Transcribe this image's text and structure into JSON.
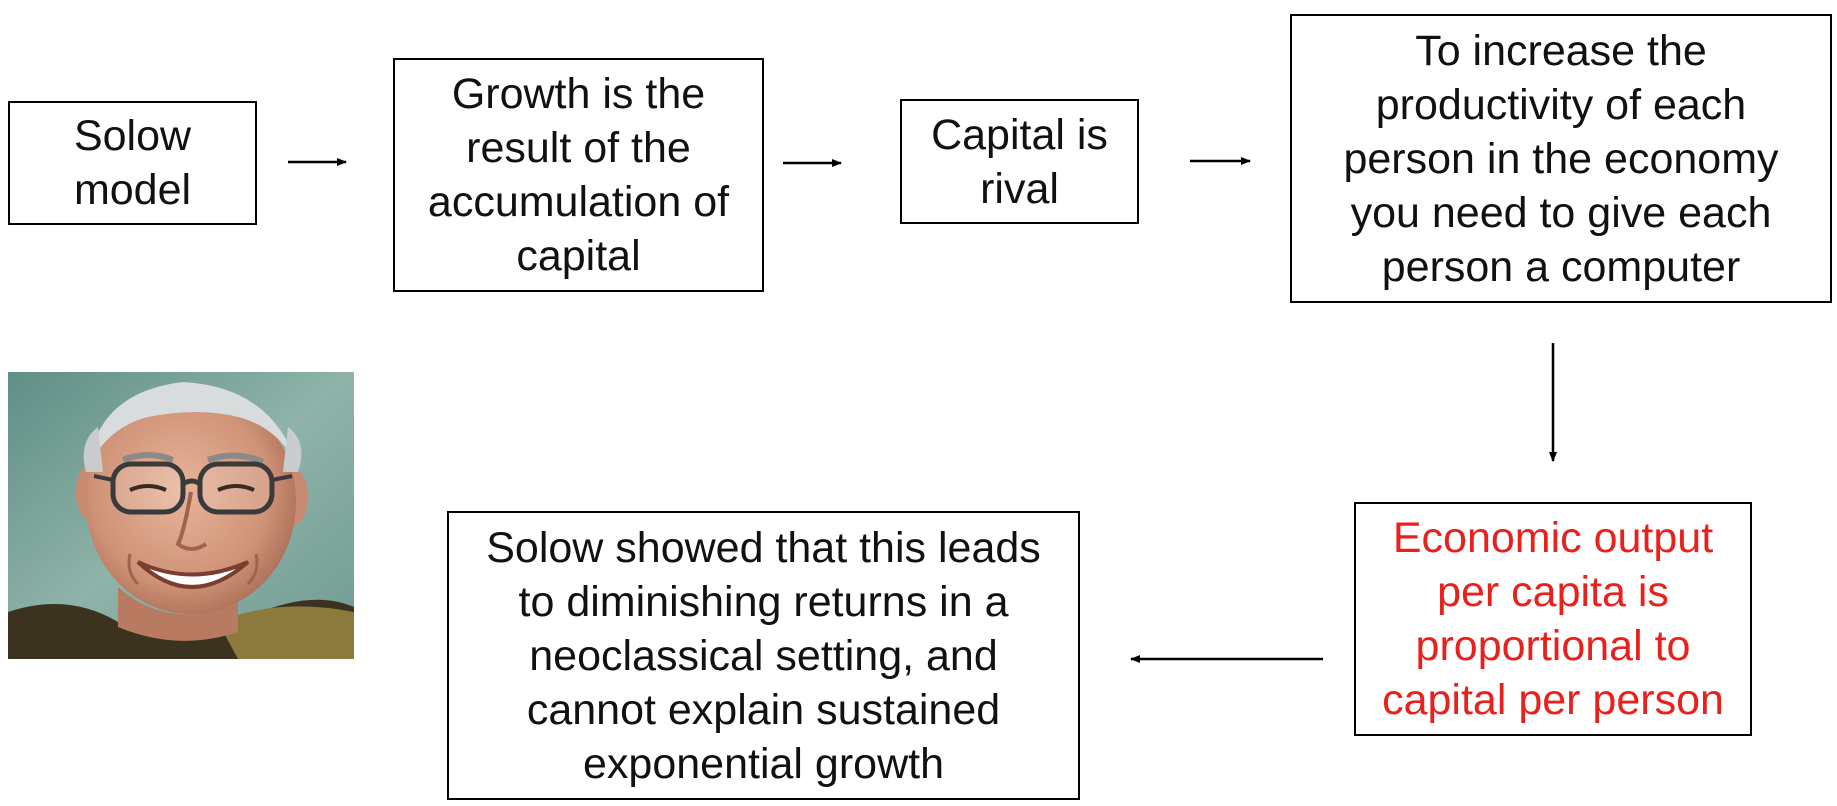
{
  "colors": {
    "text": "#111111",
    "highlight": "#e8211d",
    "border": "#000000"
  },
  "nodes": {
    "solow_model": "Solow model",
    "growth_accumulation": "Growth is the result of the accumulation of capital",
    "capital_rival": "Capital is rival",
    "productivity_computer": "To increase the productivity of each person in the economy you need to give each person a computer",
    "output_proportional": "Economic output per capita is proportional to capital per person",
    "diminishing_returns": "Solow showed that this leads to diminishing returns in a neoclassical setting, and cannot explain sustained exponential growth"
  },
  "edges": [
    {
      "from": "solow_model",
      "to": "growth_accumulation"
    },
    {
      "from": "growth_accumulation",
      "to": "capital_rival"
    },
    {
      "from": "capital_rival",
      "to": "productivity_computer"
    },
    {
      "from": "productivity_computer",
      "to": "output_proportional"
    },
    {
      "from": "output_proportional",
      "to": "diminishing_returns"
    }
  ],
  "photo": {
    "subject": "portrait-photo",
    "icon": "person-portrait-icon"
  }
}
